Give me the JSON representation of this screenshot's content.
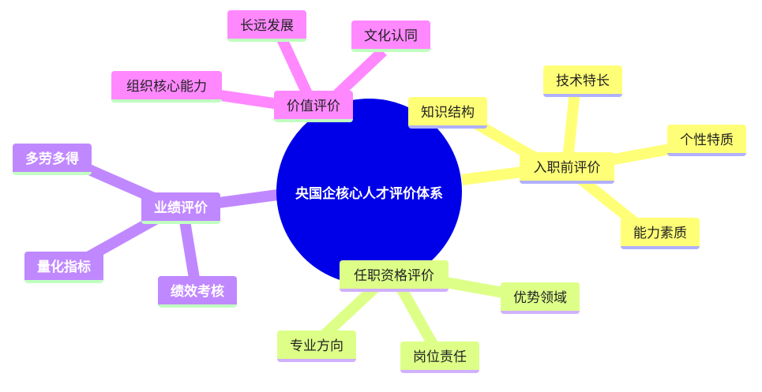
{
  "colors": {
    "root": "#0000e8",
    "value": "#ff88ff",
    "entry": "#ffff77",
    "qualification": "#ddff88",
    "performance": "#c088ff"
  },
  "root": "央国企核心人才评价体系",
  "branches": {
    "value": {
      "label": "价值评价",
      "children": [
        "长远发展",
        "文化认同",
        "组织核心能力"
      ]
    },
    "entry": {
      "label": "入职前评价",
      "children": [
        "知识结构",
        "技术特长",
        "个性特质",
        "能力素质"
      ]
    },
    "qualification": {
      "label": "任职资格评价",
      "children": [
        "优势领域",
        "专业方向",
        "岗位责任"
      ]
    },
    "performance": {
      "label": "业绩评价",
      "children": [
        "多劳多得",
        "量化指标",
        "绩效考核"
      ]
    }
  }
}
